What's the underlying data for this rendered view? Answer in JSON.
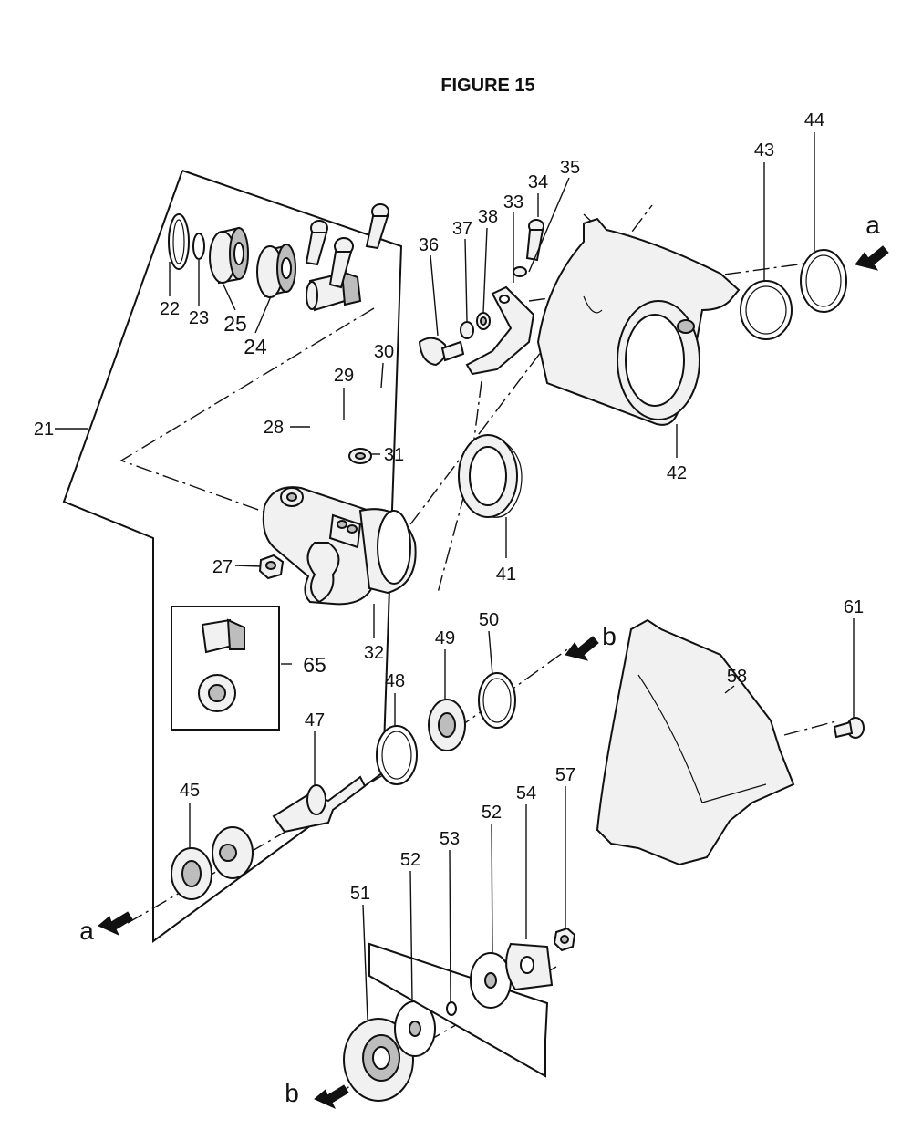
{
  "figure": {
    "title": "FIGURE 15"
  },
  "callouts": {
    "n21": "21",
    "n22": "22",
    "n23": "23",
    "n24": "24",
    "n25": "25",
    "n27": "27",
    "n28": "28",
    "n29": "29",
    "n30": "30",
    "n31": "31",
    "n32": "32",
    "n33": "33",
    "n34": "34",
    "n35": "35",
    "n36": "36",
    "n37": "37",
    "n38": "38",
    "n41": "41",
    "n42": "42",
    "n43": "43",
    "n44": "44",
    "n45": "45",
    "n47": "47",
    "n48": "48",
    "n49": "49",
    "n50": "50",
    "n51": "51",
    "n52a": "52",
    "n52b": "52",
    "n53": "53",
    "n54": "54",
    "n57": "57",
    "n58": "58",
    "n61": "61",
    "n65": "65"
  },
  "connectors": {
    "a_top": "a",
    "a_bottom": "a",
    "b_right": "b",
    "b_bottom": "b"
  }
}
